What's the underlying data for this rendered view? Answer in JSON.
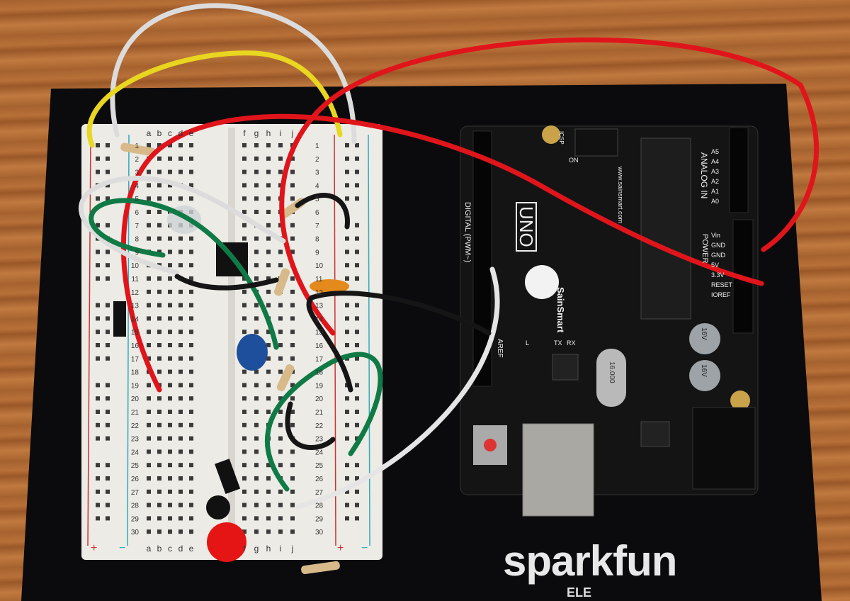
{
  "breadboard": {
    "columns_left": [
      "a",
      "b",
      "c",
      "d",
      "e"
    ],
    "columns_right": [
      "f",
      "g",
      "h",
      "i",
      "j"
    ],
    "rows": [
      "1",
      "2",
      "3",
      "4",
      "5",
      "6",
      "7",
      "8",
      "9",
      "10",
      "11",
      "12",
      "13",
      "14",
      "15",
      "16",
      "17",
      "18",
      "19",
      "20",
      "21",
      "22",
      "23",
      "24",
      "25",
      "26",
      "27",
      "28",
      "29",
      "30"
    ],
    "rail_plus": "+",
    "rail_minus": "−"
  },
  "arduino": {
    "brand": "SainSmart",
    "model": "UNO",
    "digital_label": "DIGITAL (PWM~)",
    "analog_label": "ANALOG IN",
    "analog_pins": [
      "A0",
      "A1",
      "A2",
      "A3",
      "A4",
      "A5"
    ],
    "power_label": "POWER",
    "power_pins": [
      "IOREF",
      "RESET",
      "3.3V",
      "5V",
      "GND",
      "GND",
      "Vin"
    ],
    "aref": "AREF",
    "tx": "TX",
    "rx": "RX",
    "l_led": "L",
    "on_led": "ON",
    "icsp": "ICSP",
    "crystal": "16.000",
    "capacitor_rating": "16V",
    "url": "www.sainsmart.com"
  },
  "base_plate": {
    "logo": "sparkfun",
    "sub": "ELE"
  },
  "colors": {
    "wire_red": "#e0151b",
    "wire_yellow": "#e8d620",
    "wire_white": "#dcdcdc",
    "wire_green": "#0f7a45",
    "wire_black": "#151515"
  }
}
